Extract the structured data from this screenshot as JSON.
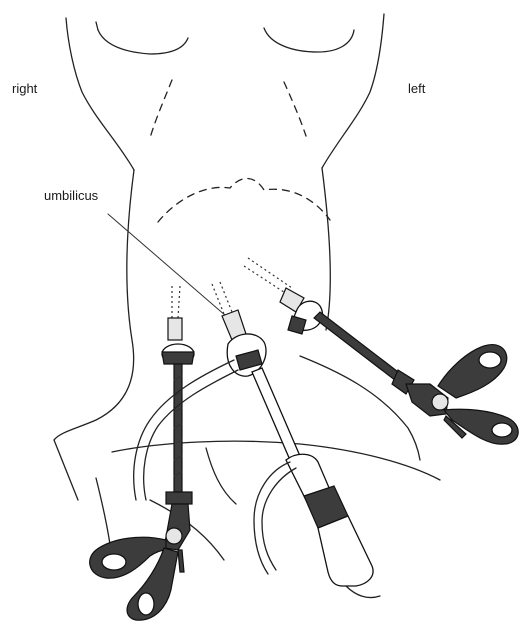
{
  "figure": {
    "labels": {
      "right": "right",
      "left": "left",
      "umbilicus": "umbilicus"
    },
    "instruments": [
      {
        "name": "left-side grasper",
        "icon": "scissor-grasper-icon"
      },
      {
        "name": "midline laparoscope with camera",
        "icon": "laparoscope-icon"
      },
      {
        "name": "right-side grasper",
        "icon": "scissor-grasper-icon"
      }
    ],
    "colors": {
      "line": "#222222",
      "instrument_fill": "#3c3c3c",
      "background": "#ffffff"
    }
  }
}
